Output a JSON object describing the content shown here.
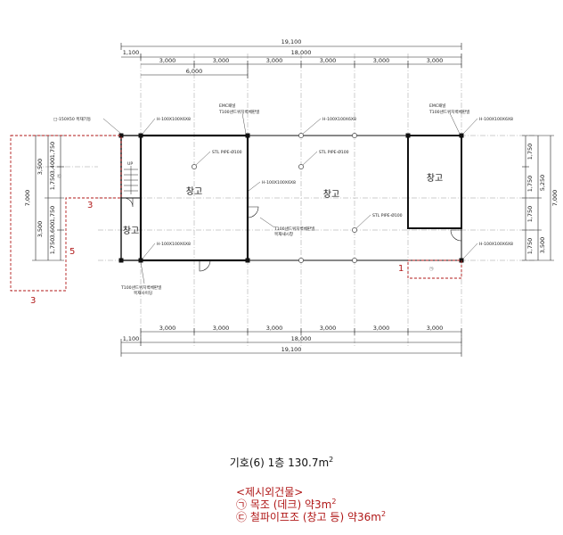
{
  "dimensions": {
    "total_width": "19,100",
    "inner_width": "18,000",
    "left_offset": "1,100",
    "bay": "3,000",
    "double_bay": "6,000",
    "left_outer": "7,000",
    "left_half": "3,500",
    "left_3400": "3,400",
    "left_3600": "3,600",
    "left_1750": "1,750",
    "right_outer": "7,000",
    "right_5250": "5,250",
    "right_3500": "3,500",
    "right_1750": "1,750"
  },
  "rooms": {
    "storage": "창고",
    "up": "UP"
  },
  "notes": {
    "emc_line1": "EMC패널",
    "emc_line2": "T100샌드위치벽체판넬",
    "column_h": "H-100X100X6X8",
    "stl_pipe": "STL PIPE-Ø100",
    "deck_post": "□-150X50 목재기둥",
    "sandwich_wall": "T100샌드위치벽체판넬",
    "wood_sash": "목재새시창",
    "bottom_note1": "T100샌드위치벽체판넬",
    "bottom_note2": "목재사이딩"
  },
  "markers": {
    "circle_a": "㉠",
    "circle_b": "㉢",
    "num_3": "3",
    "num_5": "5",
    "num_1": "1"
  },
  "caption": {
    "title_prefix": "기호(6) 1층 130.7m",
    "title_sup": "2"
  },
  "legend": {
    "heading": "<제시외건물>",
    "item1_prefix": "㉠ 목조 (데크) 약3m",
    "item1_sup": "2",
    "item2_prefix": "㉢ 철파이프조 (창고 등) 약36m",
    "item2_sup": "2"
  },
  "colors": {
    "annotation": "#b11a1a",
    "line": "#222222"
  }
}
